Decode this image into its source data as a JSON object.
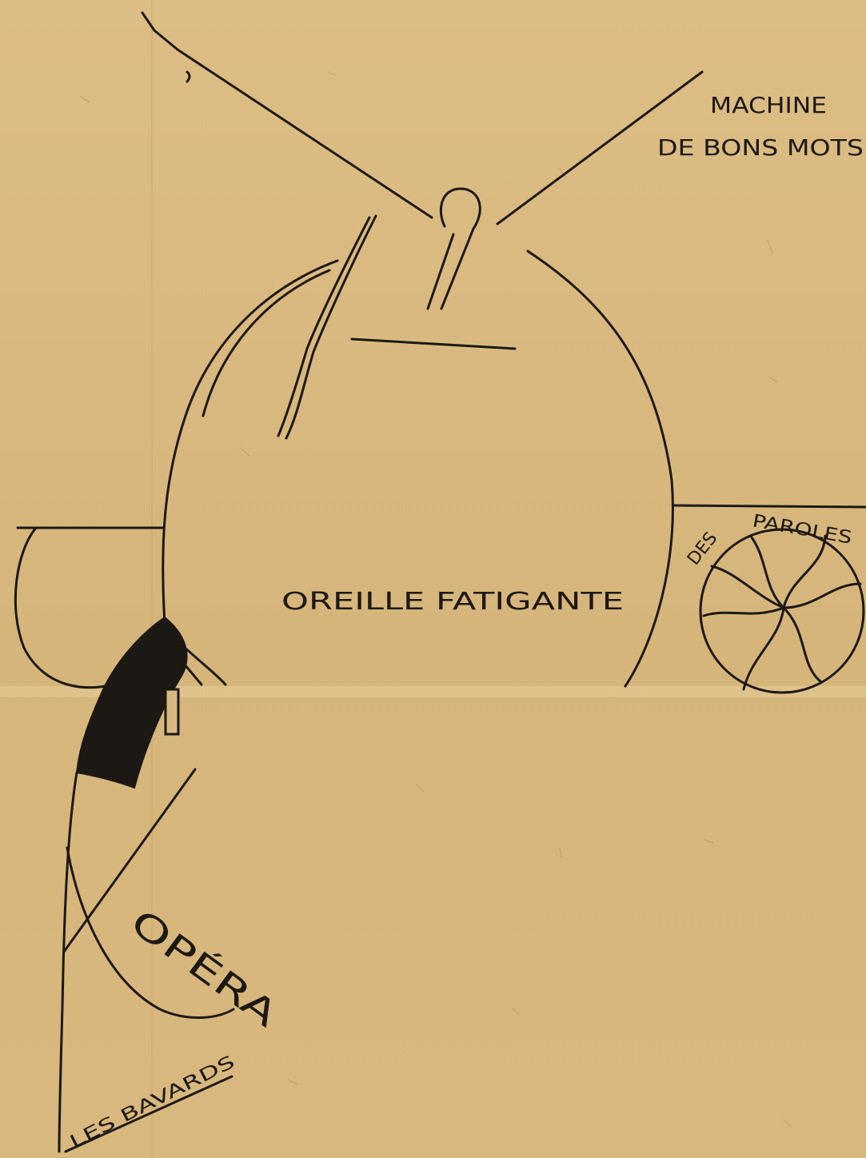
{
  "labels": {
    "machine": "MACHINE",
    "bons_mots": "DE BONS MOTS",
    "oreille": "OREILLE FATIGANTE",
    "des": "DES",
    "paroles": "PAROLES",
    "opera": "OPÉRA",
    "bavards": "LES BAVARDS"
  },
  "colors": {
    "paper": "#d8b87e",
    "ink": "#1c1814"
  }
}
